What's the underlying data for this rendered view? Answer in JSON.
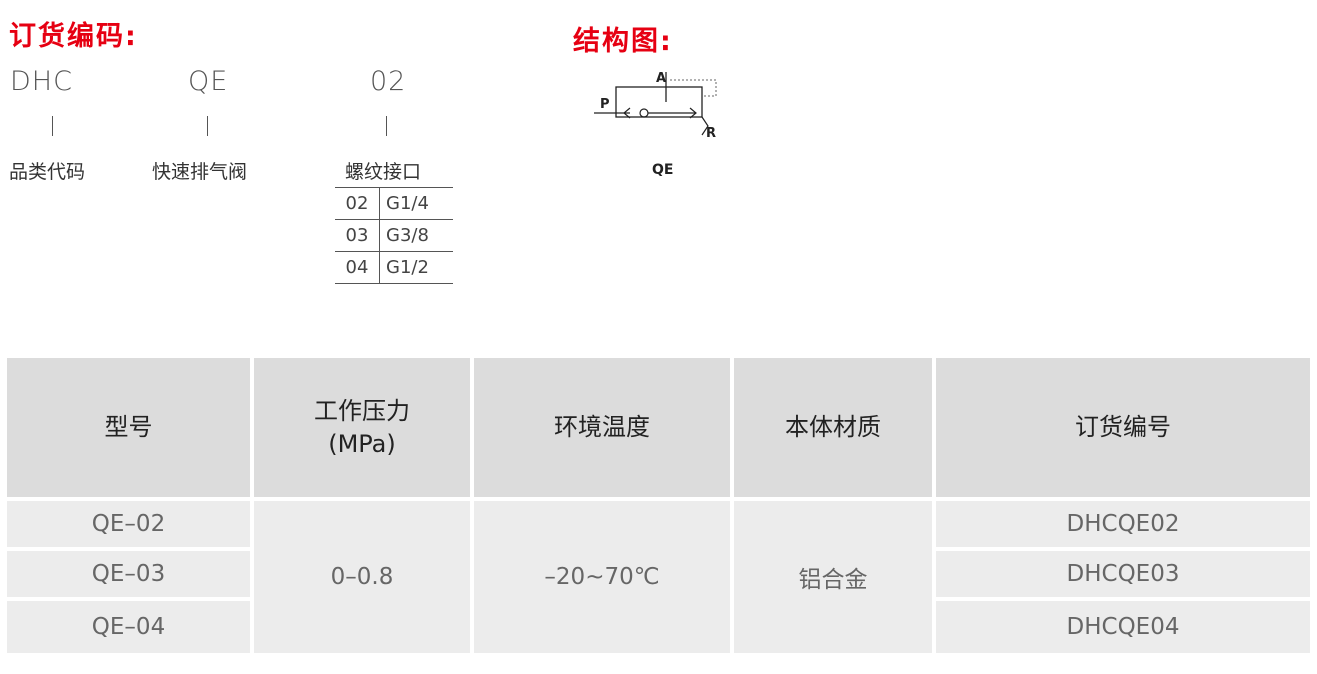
{
  "order_code": {
    "title": "订货编码:",
    "segments": [
      {
        "code": "DHC",
        "label": "品类代码"
      },
      {
        "code": "QE",
        "label": "快速排气阀"
      },
      {
        "code": "02",
        "label": "螺纹接口"
      }
    ],
    "thread_options": [
      {
        "code": "02",
        "size": "G1/4"
      },
      {
        "code": "03",
        "size": "G3/8"
      },
      {
        "code": "04",
        "size": "G1/2"
      }
    ]
  },
  "structure": {
    "title": "结构图:",
    "port_labels": {
      "a": "A",
      "p": "P",
      "r": "R"
    },
    "caption": "QE"
  },
  "spec_table": {
    "headers": {
      "model": "型号",
      "pressure_line1": "工作压力",
      "pressure_line2": "(MPa)",
      "temperature": "环境温度",
      "material": "本体材质",
      "order_no": "订货编号"
    },
    "models": [
      "QE–02",
      "QE–03",
      "QE–04"
    ],
    "pressure": "0–0.8",
    "temperature": "–20~70℃",
    "material": "铝合金",
    "order_numbers": [
      "DHCQE02",
      "DHCQE03",
      "DHCQE04"
    ]
  },
  "colors": {
    "accent": "#e60012",
    "header_bg": "#dcdcdc",
    "row_bg": "#ececec"
  }
}
